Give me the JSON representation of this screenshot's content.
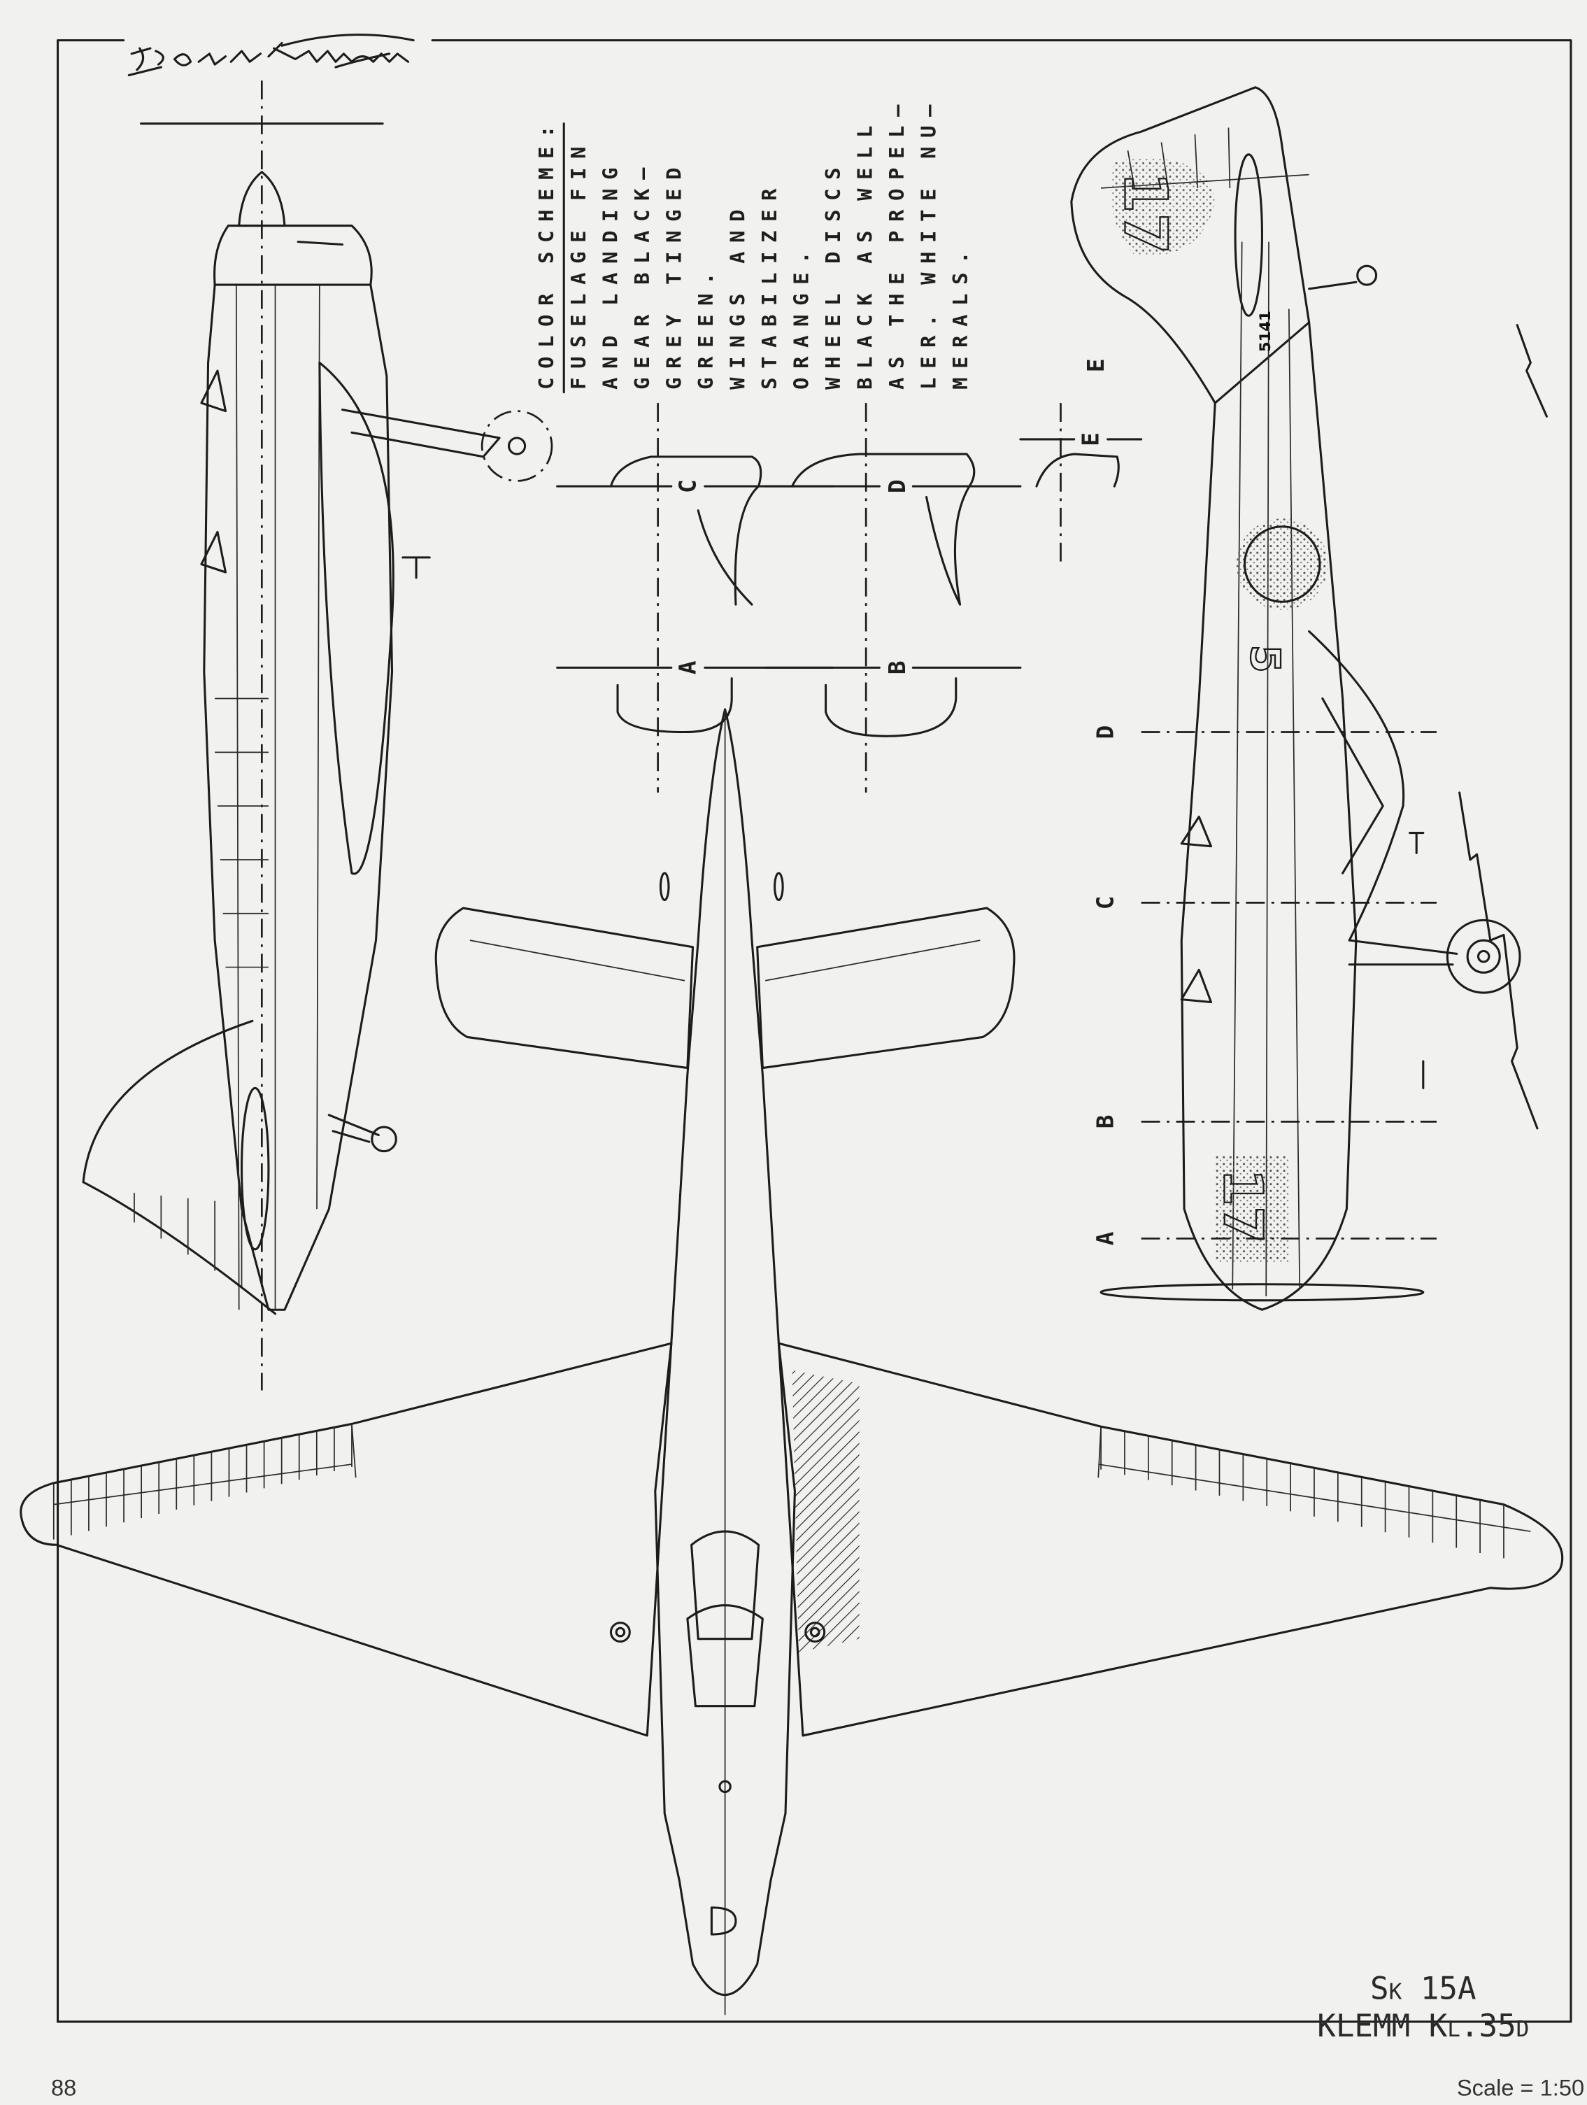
{
  "page": {
    "number": "88",
    "scale": "Scale = 1:50"
  },
  "drawing": {
    "signature": "Björn Karlström",
    "color_scheme": {
      "heading": "COLOR SCHEME:",
      "lines": [
        "FUSELAGE FIN",
        "AND LANDING",
        "GEAR BLACK–",
        "GREY TINGED",
        "GREEN.",
        "WINGS AND",
        "STABILIZER",
        "ORANGE.",
        "WHEEL DISCS",
        "BLACK AS WELL",
        "AS THE PROPEL–",
        "LER. WHITE NU–",
        "MERALS."
      ]
    },
    "section_labels_center": [
      "C",
      "D",
      "E",
      "A",
      "B"
    ],
    "section_labels_side": [
      "E",
      "D",
      "C",
      "B",
      "A"
    ],
    "markings": {
      "fin_numeral": "17",
      "serial": "5141",
      "fuselage_numeral": "5",
      "nose_numeral": "17"
    },
    "title": {
      "designation": "Sk 15A",
      "model": "KLEMM Kl.35d"
    }
  }
}
